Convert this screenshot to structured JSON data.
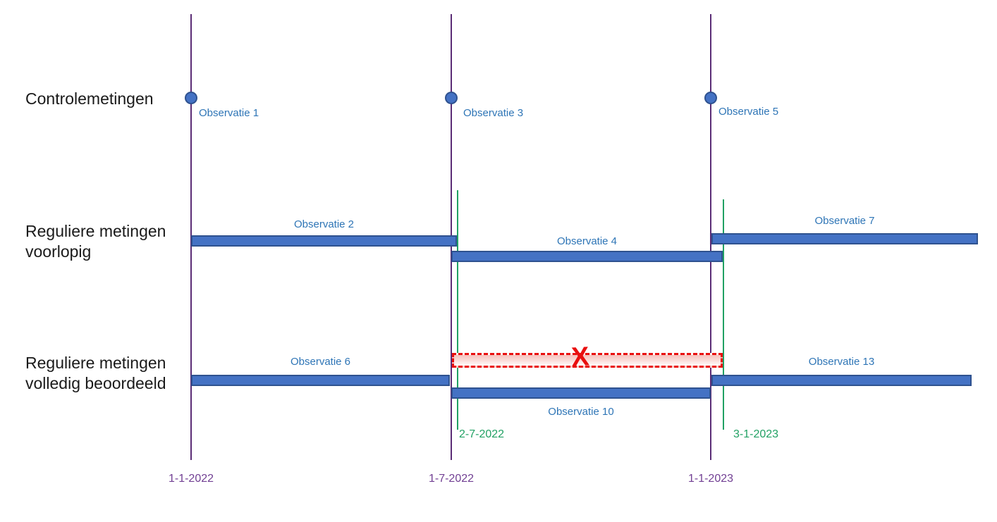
{
  "rows": [
    {
      "label": "Controlemetingen"
    },
    {
      "label_line1": "Reguliere metingen",
      "label_line2": "voorlopig"
    },
    {
      "label_line1": "Reguliere metingen",
      "label_line2": "volledig beoordeeld"
    }
  ],
  "milestones": [
    {
      "label": "Observatie 1"
    },
    {
      "label": "Observatie 3"
    },
    {
      "label": "Observatie 5"
    }
  ],
  "preliminary_bars": [
    {
      "label": "Observatie 2"
    },
    {
      "label": "Observatie 4"
    },
    {
      "label": "Observatie 7"
    }
  ],
  "assessed_bars": [
    {
      "label": "Observatie 6"
    },
    {
      "label": "Observatie 10"
    },
    {
      "label": "Observatie 13"
    }
  ],
  "rejected_period": {
    "mark": "X"
  },
  "axis_dates": [
    {
      "label": "1-1-2022"
    },
    {
      "label": "1-7-2022"
    },
    {
      "label": "1-1-2023"
    }
  ],
  "review_dates": [
    {
      "label": "2-7-2022"
    },
    {
      "label": "3-1-2023"
    }
  ],
  "colors": {
    "bar_fill": "#4472C4",
    "bar_border": "#2F528F",
    "timeline_line": "#5B2D76",
    "timeline_text": "#713F93",
    "review_green": "#21A164",
    "observation_text": "#2E75B6",
    "rejected_red": "#E90F0F"
  }
}
